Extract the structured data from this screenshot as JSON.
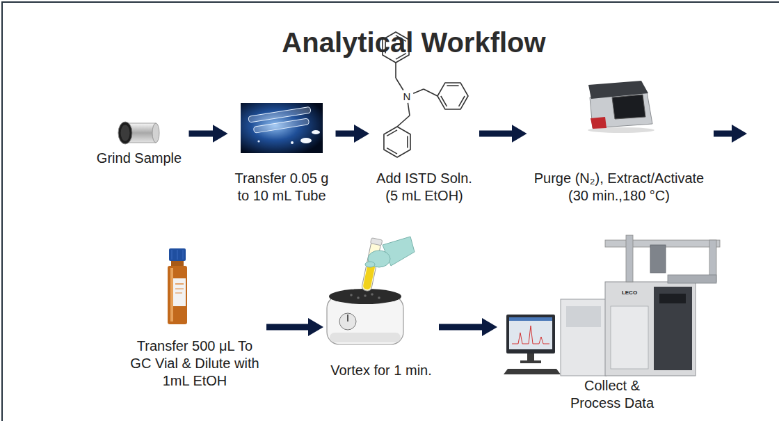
{
  "diagram": {
    "title": "Analytical Workflow",
    "nodes": [
      {
        "text": [
          "Grind Sample"
        ]
      },
      {
        "text": [
          "Transfer 0.05 g to 10 mL Tube"
        ]
      },
      {
        "text": [
          "Add ISTD Soln. (5 mL EtOH)"
        ]
      },
      {
        "text": [
          "Purge (N₂), Extract/Activate (30 min.,180 °C)"
        ]
      },
      {
        "text": [
          "Transfer 500 μL To GC Vial & Dilute with 1mL EtOH"
        ]
      },
      {
        "text": [
          "Vortex for 1 min."
        ]
      },
      {
        "text": [
          "Collect & Process Data"
        ]
      }
    ],
    "edges": [
      {
        "from": 0,
        "to": 1,
        "arrow": "to"
      },
      {
        "from": 1,
        "to": 2,
        "arrow": "to"
      },
      {
        "from": 2,
        "to": 3,
        "arrow": "to"
      },
      {
        "from": 4,
        "to": 5,
        "arrow": "to"
      },
      {
        "from": 5,
        "to": 6,
        "arrow": "to"
      }
    ],
    "labels": [
      "N",
      "LECO"
    ]
  }
}
